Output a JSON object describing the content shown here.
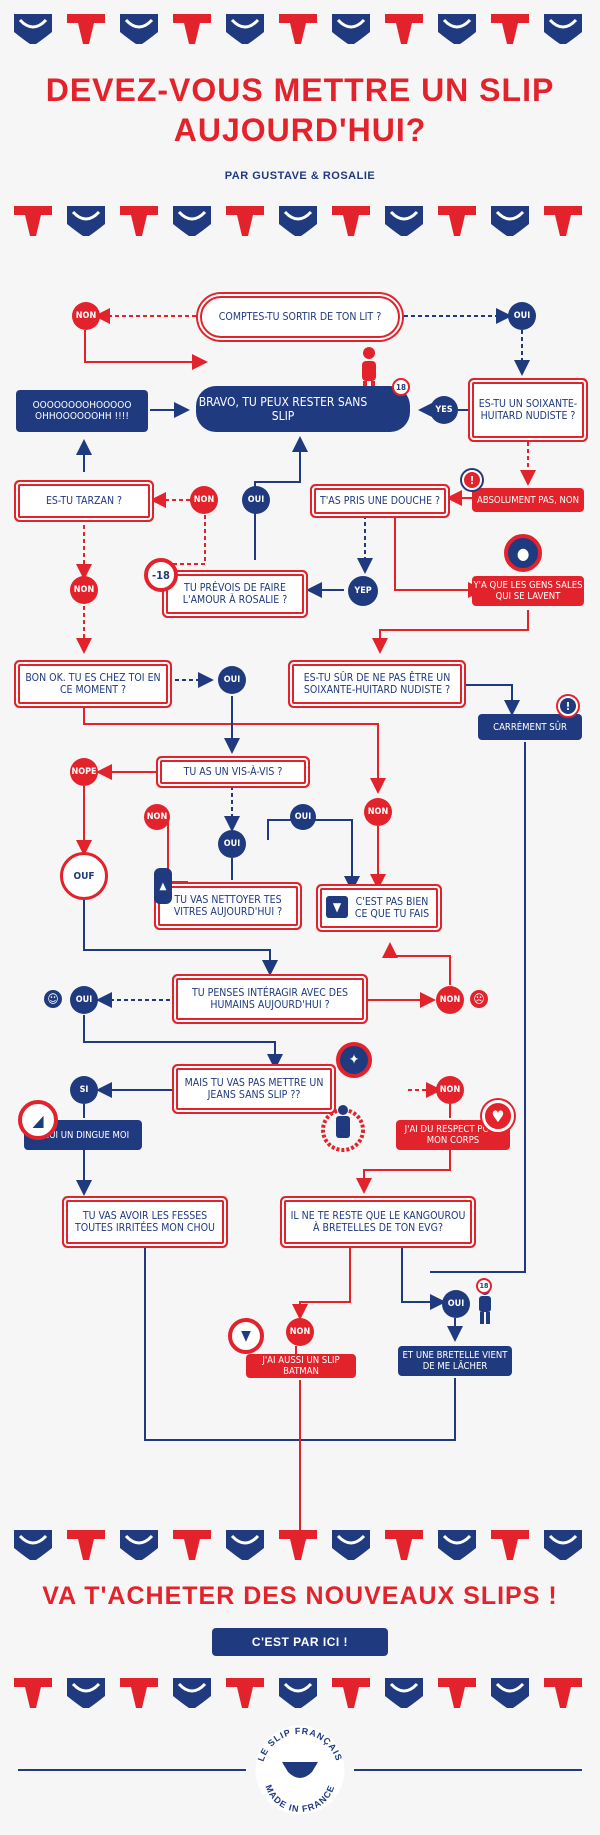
{
  "header": {
    "title_line1": "DEVEZ-VOUS METTRE UN SLIP",
    "title_line2": "AUJOURD'HUI?",
    "byline": "PAR GUSTAVE & ROSALIE"
  },
  "nodes": {
    "start": "COMPTES-TU SORTIR DE TON LIT ?",
    "bravo": "BRAVO, TU PEUX RESTER SANS SLIP",
    "oh": "OOOOOOOOHOOOOO OHHOOOOOOHH !!!!",
    "soixante": "ES-TU UN SOIXANTE-HUITARD NUDISTE ?",
    "tarzan": "ES-TU TARZAN ?",
    "douche": "T'AS PRIS UNE DOUCHE ?",
    "absolument": "ABSOLUMENT PAS, NON",
    "rosalie": "TU PRÉVOIS DE FAIRE L'AMOUR À ROSALIE ?",
    "sales": "Y'A QUE LES GENS SALES QUI SE LAVENT",
    "bonok": "BON OK. TU ES CHEZ TOI EN CE MOMENT ?",
    "essur": "ES-TU SÛR DE NE PAS ÊTRE UN SOIXANTE-HUITARD NUDISTE ?",
    "carrement": "CARRÉMENT SÛR",
    "visavis": "TU AS UN VIS-À-VIS ?",
    "vitres": "TU VAS NETTOYER TES VITRES AUJOURD'HUI ?",
    "pasbien": "C'EST PAS BIEN CE QUE TU FAIS",
    "interagir": "TU PENSES INTÉRAGIR AVEC DES HUMAINS AUJOURD'HUI ?",
    "jeans": "MAIS TU VAS PAS METTRE UN JEANS SANS SLIP ??",
    "chui": "CHUI UN DINGUE MOI",
    "respect": "J'AI DU RESPECT POUR MON CORPS",
    "fesses": "TU VAS AVOIR LES FESSES TOUTES IRRITÉES MON CHOU",
    "kangourou": "IL NE TE RESTE QUE LE KANGOUROU À BRETELLES DE TON EVG?",
    "batman": "J'AI AUSSI UN SLIP BATMAN",
    "bretelle": "ET UNE BRETELLE VIENT DE ME LÂCHER"
  },
  "circles": {
    "non1": "NON",
    "oui1": "OUI",
    "yes": "YES",
    "non2": "NON",
    "oui2": "OUI",
    "non3": "NON",
    "yep": "YEP",
    "oui3": "OUI",
    "nope": "NOPE",
    "non4": "NON",
    "oui4": "OUI",
    "oui5": "OUI",
    "non5": "NON",
    "ouf": "OUF",
    "oui6": "OUI",
    "non6": "NON",
    "si": "SI",
    "non7": "NON",
    "non8": "NON",
    "oui7": "OUI"
  },
  "badges": {
    "age": "-18",
    "age_small": "18",
    "warn": "!"
  },
  "footer": {
    "cta": "VA T'ACHETER DES NOUVEAUX SLIPS !",
    "button": "C'EST PAR ICI !",
    "logo_top": "LE SLIP FRANÇAIS",
    "logo_bottom": "MADE IN FRANCE"
  },
  "colors": {
    "red": "#e2232c",
    "blue": "#203a80",
    "background": "#f6f6f7"
  }
}
